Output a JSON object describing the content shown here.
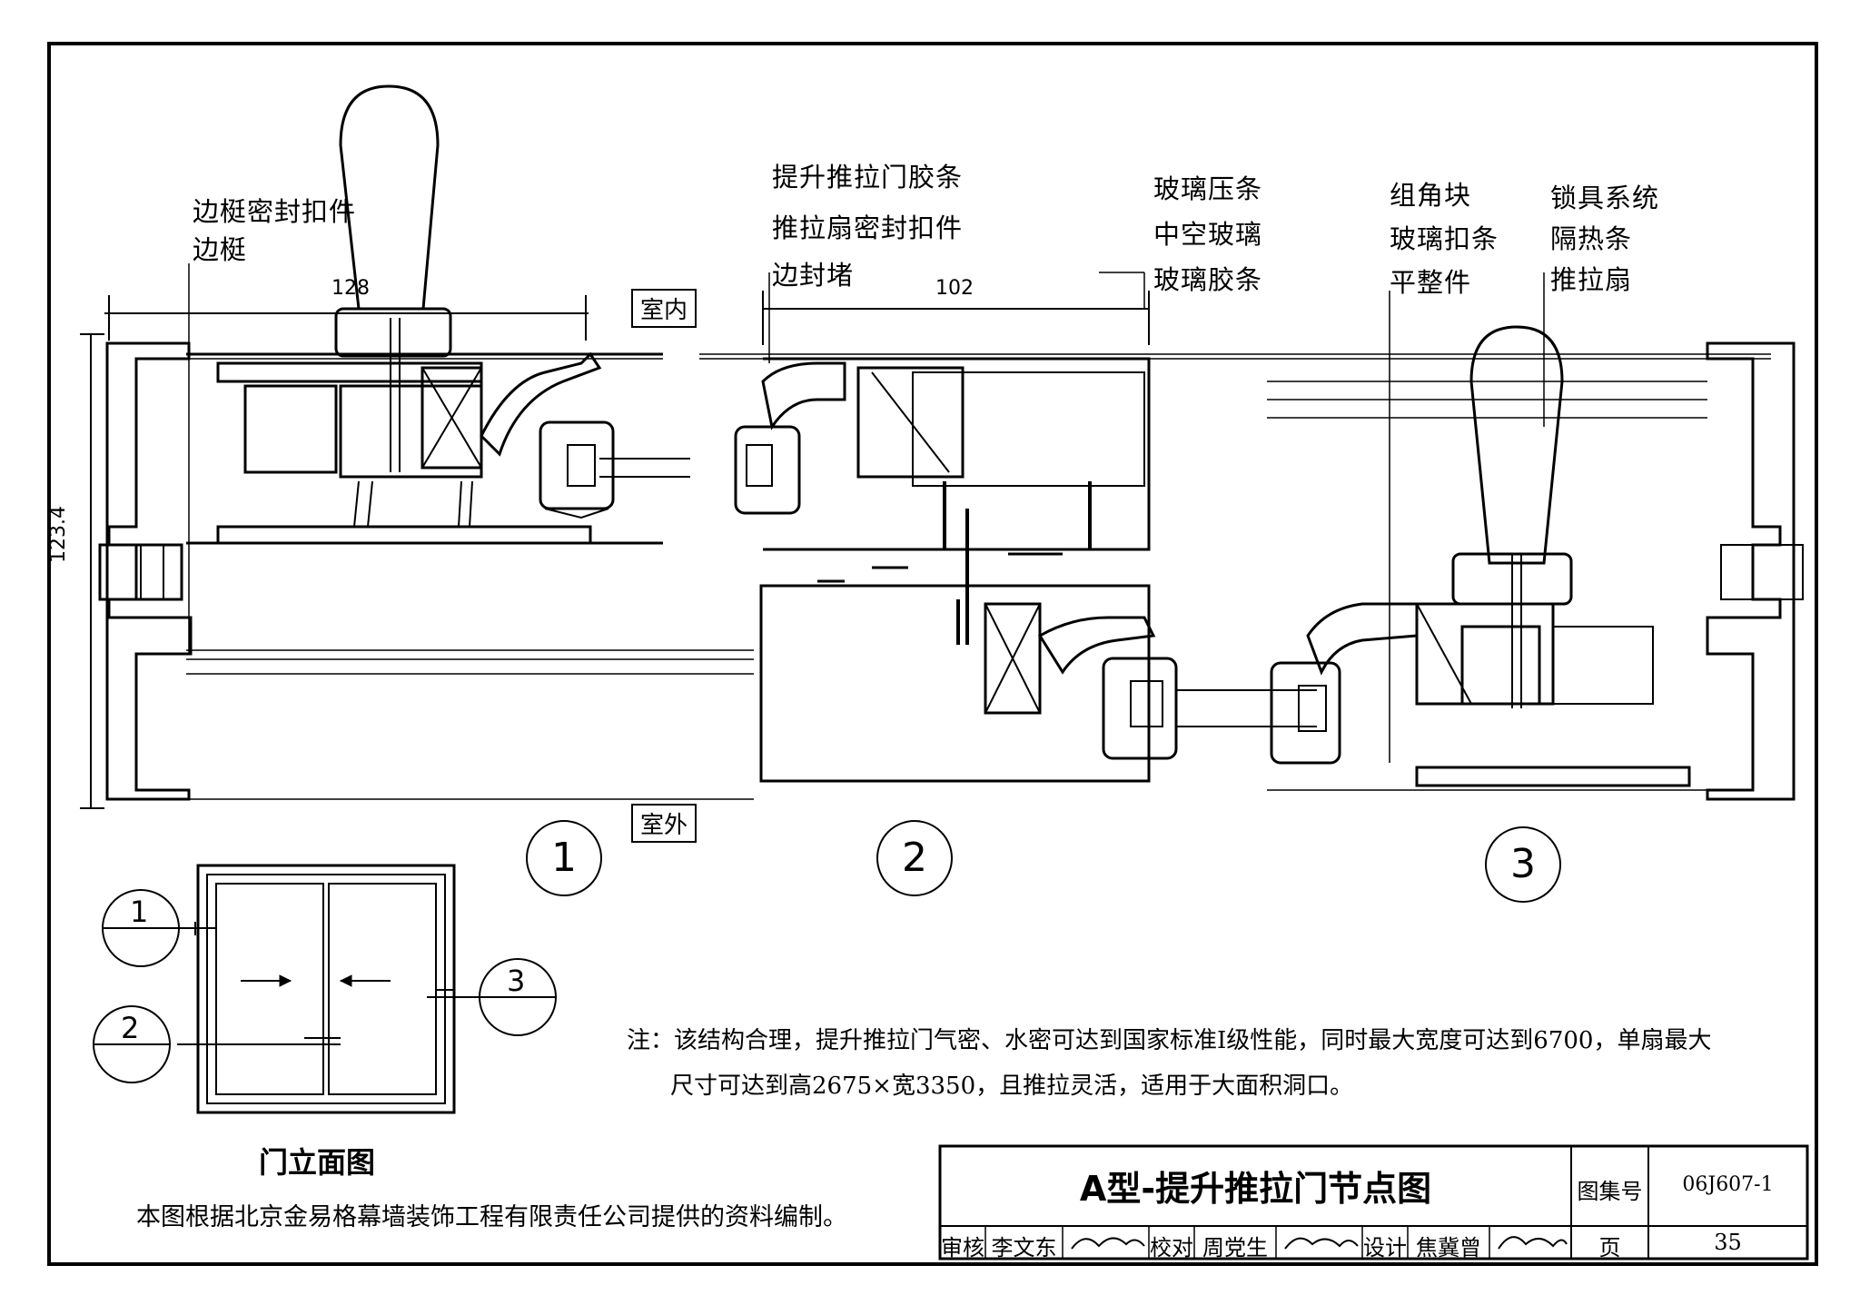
{
  "labels": {
    "bianting_seal": "边梃密封扣件",
    "bianting": "边梃",
    "lift_strip": "提升推拉门胶条",
    "sash_seal": "推拉扇密封扣件",
    "edge_plug": "边封堵",
    "glass_bead": "玻璃压条",
    "hollow_glass": "中空玻璃",
    "glass_strip": "玻璃胶条",
    "corner_block": "组角块",
    "glass_clip": "玻璃扣条",
    "leveler": "平整件",
    "lock_system": "锁具系统",
    "thermal_break": "隔热条",
    "sliding_sash": "推拉扇"
  },
  "dimensions": {
    "d1": "128",
    "d2": "102",
    "d3": "123.4"
  },
  "rooms": {
    "indoor": "室内",
    "outdoor": "室外"
  },
  "nodes": {
    "n1": "1",
    "n2": "2",
    "n3": "3"
  },
  "elevation": {
    "ref1": "1",
    "ref2": "2",
    "ref3": "3",
    "title": "门立面图"
  },
  "note": {
    "line1": "注：该结构合理，提升推拉门气密、水密可达到国家标准Ⅰ级性能，同时最大宽度可达到6700，单扇最大",
    "line2": "尺寸可达到高2675×宽3350，且推拉灵活，适用于大面积洞口。"
  },
  "source_note": "本图根据北京金易格幕墙装饰工程有限责任公司提供的资料编制。",
  "title_block": {
    "title": "A型-提升推拉门节点图",
    "atlas_label": "图集号",
    "atlas_no": "06J607-1",
    "review_label": "审核",
    "reviewer": "李文东",
    "check_label": "校对",
    "checker": "周党生",
    "design_label": "设计",
    "designer": "焦冀曾",
    "page_label": "页",
    "page_no": "35"
  }
}
